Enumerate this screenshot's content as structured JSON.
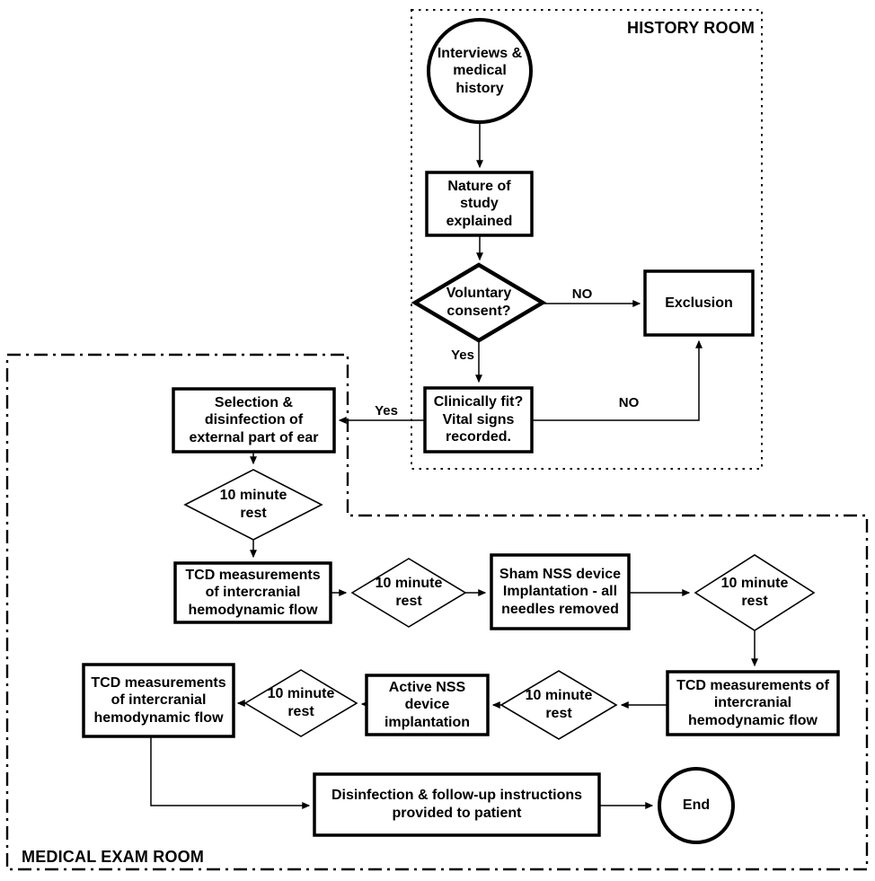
{
  "regions": {
    "history_room": {
      "label": "HISTORY ROOM"
    },
    "medical_exam_room": {
      "label": "MEDICAL EXAM ROOM"
    }
  },
  "nodes": {
    "start": {
      "label": "Interviews &\nmedical\nhistory"
    },
    "nature": {
      "label": "Nature of\nstudy\nexplained"
    },
    "consent": {
      "label": "Voluntary\nconsent?"
    },
    "exclusion": {
      "label": "Exclusion"
    },
    "clinical": {
      "label": "Clinically fit?\nVital signs\nrecorded."
    },
    "selection": {
      "label": "Selection &\ndisinfection of\nexternal part of ear"
    },
    "rest1": {
      "label": "10 minute\nrest"
    },
    "tcd1": {
      "label": "TCD measurements\nof intercranial\nhemodynamic flow"
    },
    "rest2": {
      "label": "10 minute\nrest"
    },
    "sham": {
      "label": "Sham NSS device\nImplantation - all\nneedles removed"
    },
    "rest3": {
      "label": "10 minute\nrest"
    },
    "tcd2": {
      "label": "TCD measurements of\nintercranial\nhemodynamic flow"
    },
    "rest4": {
      "label": "10 minute\nrest"
    },
    "active": {
      "label": "Active NSS\ndevice\nimplantation"
    },
    "rest5": {
      "label": "10 minute\nrest"
    },
    "tcd3": {
      "label": "TCD measurements\nof intercranial\nhemodynamic flow"
    },
    "disinfect": {
      "label": "Disinfection & follow-up instructions\nprovided to patient"
    },
    "end": {
      "label": "End"
    }
  },
  "edge_labels": {
    "consent_no": "NO",
    "consent_yes": "Yes",
    "clinical_no": "NO",
    "clinical_yes": "Yes"
  },
  "colors": {
    "ink": "#000000",
    "background": "#ffffff"
  }
}
